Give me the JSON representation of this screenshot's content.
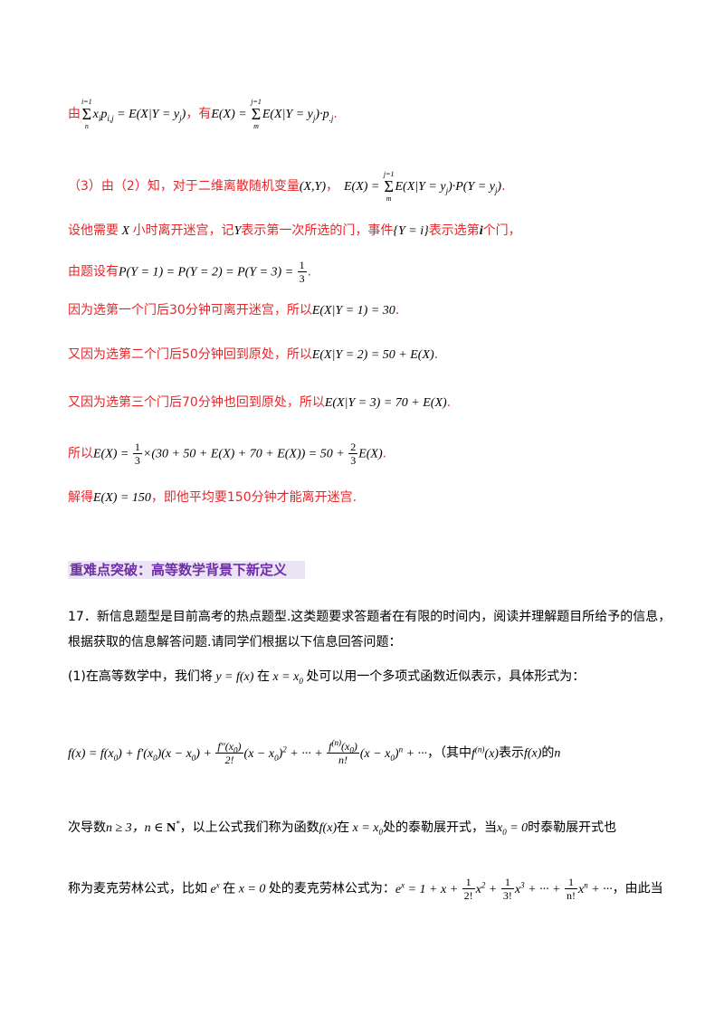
{
  "lines": {
    "l1_pre": "由",
    "l1_mid": "，有",
    "l2_pre": "（3）由（2）知，对于二维离散随机变量",
    "l2_mid": "，",
    "l3_a": "设他需要",
    "l3_b": "小时离开迷宫，记",
    "l3_c": "表示第一次所选的门，事件",
    "l3_d": "表示选第",
    "l3_e": "个门，",
    "l4_pre": "由题设有",
    "l5_pre": "因为选第一个门后30分钟可离开迷宫，所以",
    "l6_pre": "又因为选第二个门后50分钟回到原处，所以",
    "l7_pre": "又因为选第三个门后70分钟也回到原处，所以",
    "l8_pre": "所以",
    "l9_pre": "解得",
    "l9_post": "，即他平均要150分钟才能离开迷宫."
  },
  "section": {
    "heading": "重难点突破：高等数学背景下新定义"
  },
  "problem": {
    "p1": "17．新信息题型是目前高考的热点题型.这类题要求答题者在有限的时间内，阅读并理解题目所给予的信息，",
    "p2": "根据获取的信息解答问题.请同学们根据以下信息回答问题：",
    "p3_a": "(1)在高等数学中，我们将",
    "p3_b": "在",
    "p3_c": "处可以用一个多项式函数近似表示，具体形式为：",
    "p4_a": "，（其中",
    "p4_b": "表示",
    "p4_c": "的",
    "p5_a": "次导数",
    "p5_b": "，以上公式我们称为函数",
    "p5_c": "在",
    "p5_d": "处的泰勒展开式，当",
    "p5_e": "时泰勒展开式也",
    "p6_a": "称为麦克劳林公式，比如",
    "p6_b": "在",
    "p6_c": "处的麦克劳林公式为：",
    "p6_d": "，由此当"
  }
}
